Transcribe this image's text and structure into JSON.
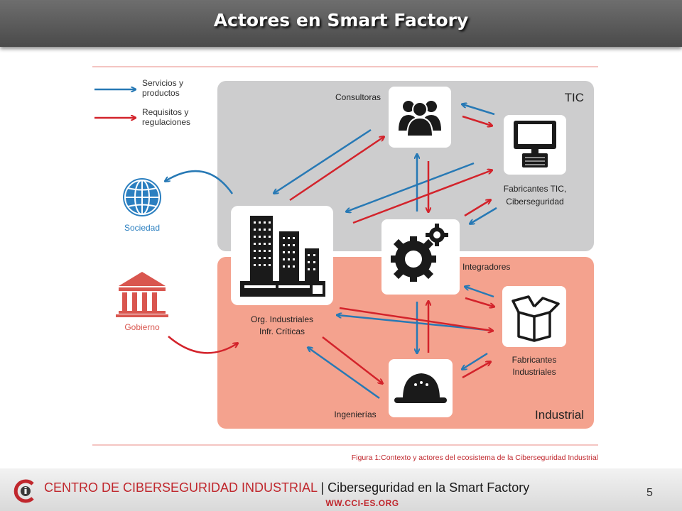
{
  "slide": {
    "title": "Actores en Smart Factory",
    "page_number": "5"
  },
  "legend": {
    "blue_label_1": "Servicios y",
    "blue_label_2": "productos",
    "red_label_1": "Requisitos y",
    "red_label_2": "regulaciones"
  },
  "zones": {
    "tic": "TIC",
    "industrial": "Industrial"
  },
  "actors": {
    "consultoras": "Consultoras",
    "fabricantes_tic_1": "Fabricantes TIC,",
    "fabricantes_tic_2": "Ciberseguridad",
    "integradores": "Integradores",
    "org_industriales_1": "Org. Industriales",
    "org_industriales_2": "Infr. Críticas",
    "fabricantes_ind_1": "Fabricantes",
    "fabricantes_ind_2": "Industriales",
    "ingenierias": "Ingenierías",
    "sociedad": "Sociedad",
    "gobierno": "Gobierno"
  },
  "caption": "Figura 1:Contexto y actores del ecosistema de la Ciberseguridad Industrial",
  "footer": {
    "org_name": "CENTRO DE CIBERSEGURIDAD INDUSTRIAL",
    "separator": " | ",
    "doc_title": "Ciberseguridad en la Smart Factory",
    "url": "WW.CCI-ES.ORG"
  },
  "colors": {
    "blue_arrow": "#2779b5",
    "red_arrow": "#d3232b",
    "tic_zone": "#cdcdce",
    "industrial_zone": "#f4a28e",
    "icon_blue": "#2b7fc0",
    "icon_red": "#d9564f",
    "title_bar": "#555555"
  },
  "icons": [
    "group-icon",
    "computer-icon",
    "gears-icon",
    "buildings-icon",
    "box-icon",
    "hardhat-icon",
    "globe-icon",
    "government-building-icon",
    "cci-logo"
  ]
}
